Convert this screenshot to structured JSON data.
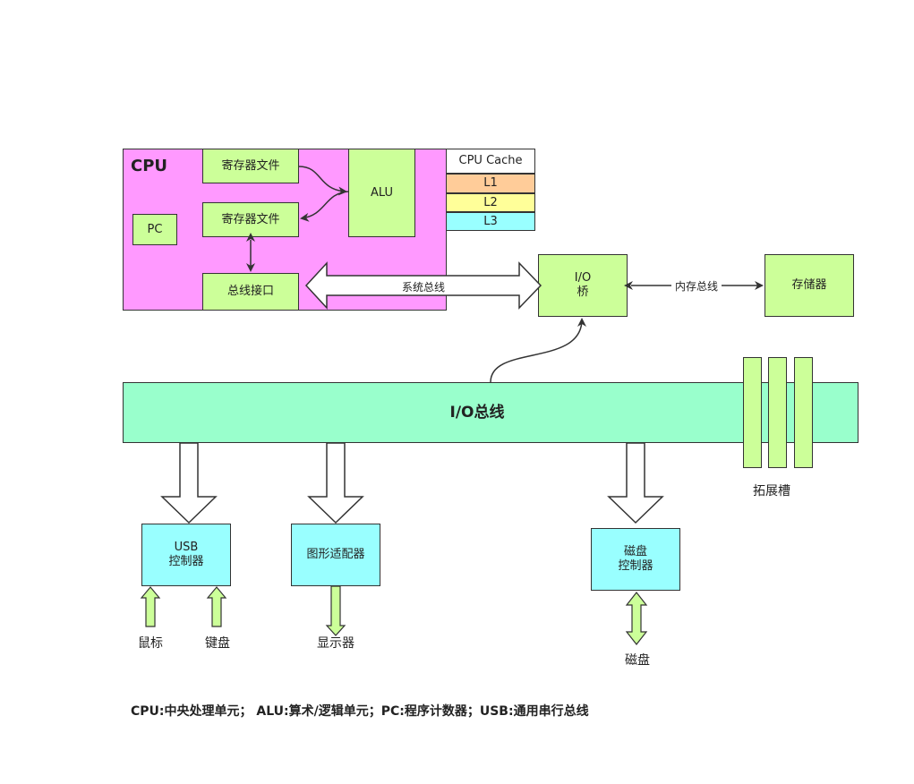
{
  "cpu": {
    "title": "CPU",
    "register_file_1": "寄存器文件",
    "register_file_2": "寄存器文件",
    "alu": "ALU",
    "pc": "PC",
    "bus_interface": "总线接口"
  },
  "cache": {
    "title": "CPU Cache",
    "l1": "L1",
    "l2": "L2",
    "l3": "L3"
  },
  "system_bus": "系统总线",
  "io_bridge": {
    "line1": "I/O",
    "line2": "桥"
  },
  "memory_bus": "内存总线",
  "memory": "存储器",
  "io_bus": "I/O总线",
  "expansion_slots": "拓展槽",
  "usb_controller": {
    "line1": "USB",
    "line2": "控制器"
  },
  "graphics_adapter": "图形适配器",
  "disk_controller": {
    "line1": "磁盘",
    "line2": "控制器"
  },
  "mouse": "鼠标",
  "keyboard": "键盘",
  "display": "显示器",
  "disk": "磁盘",
  "legend": "CPU:中央处理单元； ALU:算术/逻辑单元；PC:程序计数器；USB:通用串行总线",
  "colors": {
    "cpu_bg": "#ff99ff",
    "component": "#ccff99",
    "device": "#99ffff",
    "io_bus": "#99ffcc",
    "l1": "#ffcc99",
    "l2": "#ffff99",
    "l3": "#99ffff"
  }
}
